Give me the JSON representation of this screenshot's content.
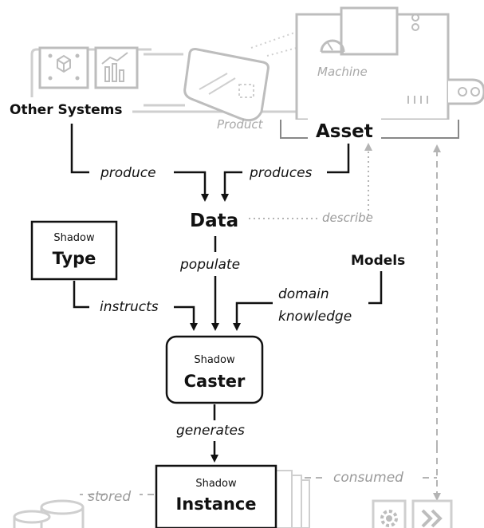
{
  "labels": {
    "other_systems": "Other Systems",
    "product": "Product",
    "machine": "Machine",
    "asset": "Asset",
    "produce": "produce",
    "produces": "produces",
    "data": "Data",
    "describe": "describe",
    "shadow_type_small": "Shadow",
    "shadow_type_big": "Type",
    "populate": "populate",
    "models": "Models",
    "instructs": "instructs",
    "domain": "domain",
    "knowledge": "knowledge",
    "shadow_caster_small": "Shadow",
    "shadow_caster_big": "Caster",
    "generates": "generates",
    "consumed": "consumed",
    "stored": "stored",
    "shadow_instance_small": "Shadow",
    "shadow_instance_big": "Instance"
  },
  "colors": {
    "black": "#111111",
    "gray": "#b4b4b4",
    "gray_text": "#9a9a9a",
    "light_gray": "#cfcfcf"
  },
  "icons": [
    "cube-network-icon",
    "chart-icon",
    "gauge-icon",
    "gear-icon",
    "forward-chevrons-icon",
    "database-icon"
  ]
}
